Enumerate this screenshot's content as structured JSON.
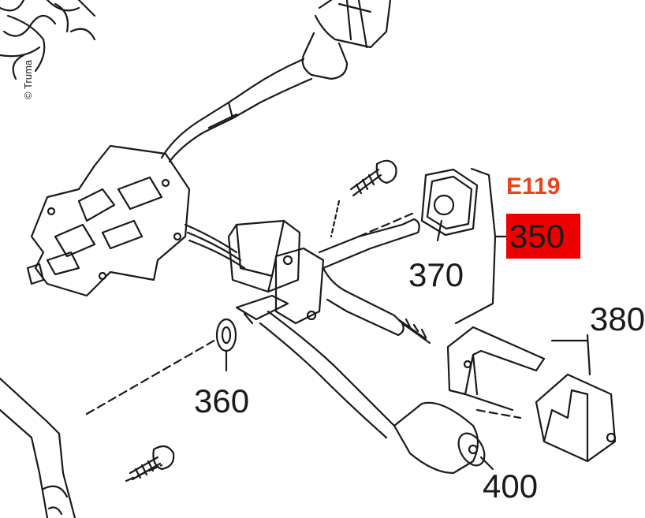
{
  "copyright": "© Truma",
  "group_code": "E119",
  "highlighted_part": "350",
  "part_labels": [
    "370",
    "360",
    "380",
    "400"
  ],
  "colors": {
    "group_code": "#e8461a",
    "highlight": "#ee0000",
    "line": "#1a1a1a"
  }
}
